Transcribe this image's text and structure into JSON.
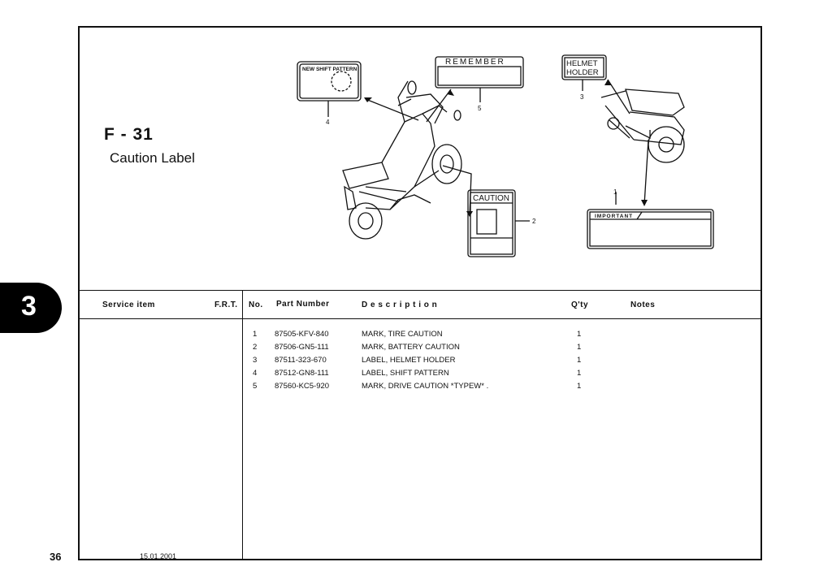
{
  "figure": {
    "code": "F - 31",
    "title": "Caution Label"
  },
  "labels": {
    "shift_pattern": "NEW SHIFT PATTERN",
    "remember": "REMEMBER",
    "helmet_line1": "HELMET",
    "helmet_line2": "HOLDER",
    "caution": "CAUTION",
    "important": "IMPORTANT",
    "callouts": [
      "1",
      "2",
      "3",
      "4",
      "5"
    ]
  },
  "table": {
    "headers": {
      "service_item": "Service item",
      "frt": "F.R.T.",
      "no": "No.",
      "part_number": "Part Number",
      "description": "D e s c r i p t i o n",
      "qty": "Q'ty",
      "notes": "Notes"
    },
    "rows": [
      {
        "no": "1",
        "part_number": "87505-KFV-840",
        "description": "MARK, TIRE CAUTION",
        "qty": "1"
      },
      {
        "no": "2",
        "part_number": "87506-GN5-111",
        "description": "MARK, BATTERY CAUTION",
        "qty": "1"
      },
      {
        "no": "3",
        "part_number": "87511-323-670",
        "description": "LABEL, HELMET HOLDER",
        "qty": "1"
      },
      {
        "no": "4",
        "part_number": "87512-GN8-111",
        "description": "LABEL, SHIFT PATTERN",
        "qty": "1"
      },
      {
        "no": "5",
        "part_number": "87560-KC5-920",
        "description": "MARK, DRIVE CAUTION *TYPEW* .",
        "qty": "1"
      }
    ]
  },
  "section_tab": "3",
  "page_number": "36",
  "date": "15.01.2001"
}
